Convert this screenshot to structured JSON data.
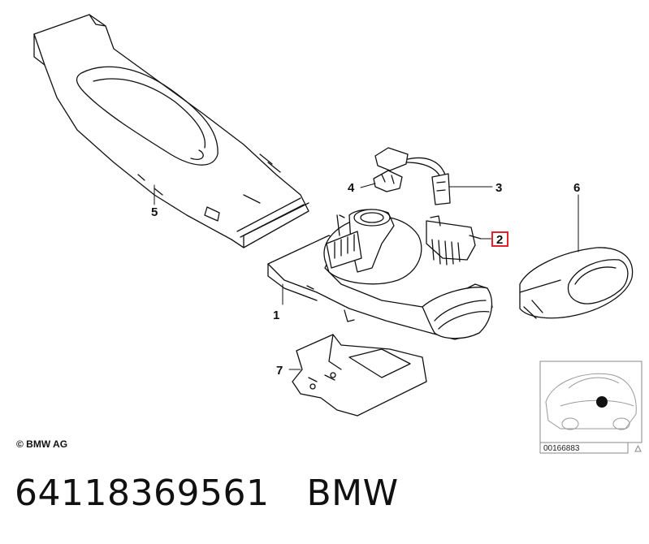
{
  "callouts": {
    "c1": "1",
    "c2": "2",
    "c3": "3",
    "c4": "4",
    "c5": "5",
    "c6": "6",
    "c7": "7"
  },
  "copyright": "© BMW AG",
  "reference_code": "00166883",
  "part_number": "64118369561",
  "brand": "BMW",
  "highlight_color": "#e8202a"
}
